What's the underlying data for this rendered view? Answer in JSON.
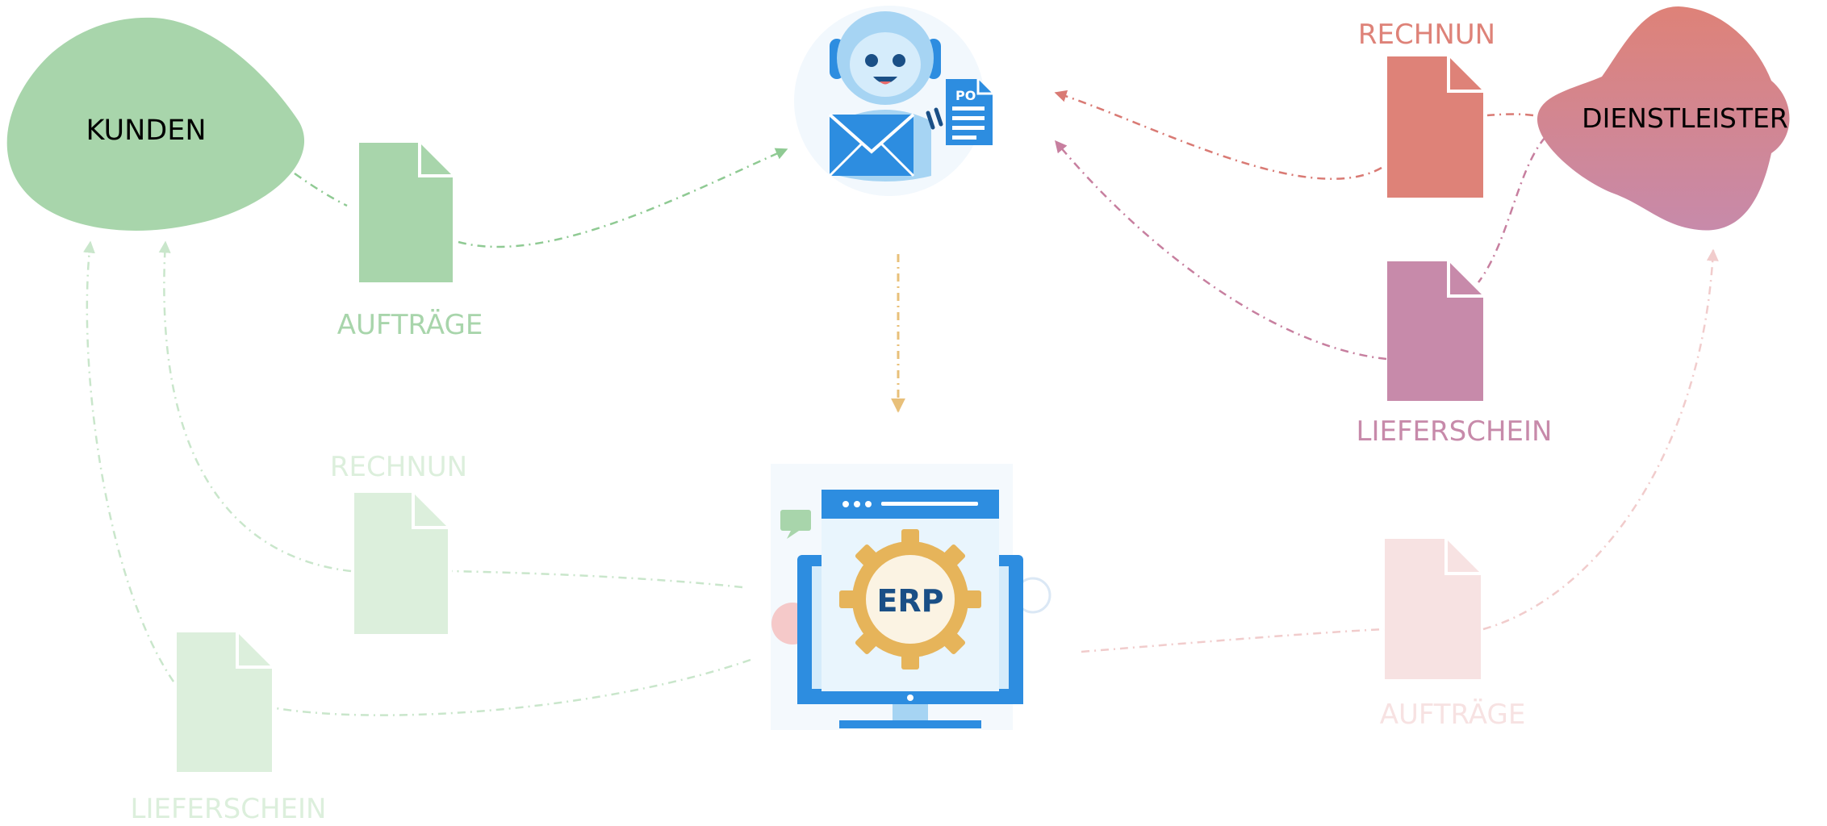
{
  "nodes": {
    "kunden": {
      "label": "KUNDEN",
      "color": "#a8d5ab"
    },
    "dienstleister": {
      "label": "DIENSTLEISTER",
      "color_top": "#de8278",
      "color_bottom": "#c78aaa"
    },
    "bot": {
      "icon": "mail-bot-icon"
    },
    "erp": {
      "label": "ERP",
      "icon": "erp-monitor-icon"
    }
  },
  "documents": {
    "kunden_auftraege": {
      "label": "AUFTRÄGE",
      "color": "#a8d5ab"
    },
    "kunden_rechnung": {
      "label": "RECHNUN",
      "color": "#dcefdc"
    },
    "kunden_lieferschein": {
      "label": "LIEFERSCHEIN",
      "color": "#dcefdc"
    },
    "dl_rechnung": {
      "label": "RECHNUN",
      "color": "#de8278"
    },
    "dl_lieferschein": {
      "label": "LIEFERSCHEIN",
      "color": "#c78aaa"
    },
    "dl_auftraege": {
      "label": "AUFTRÄGE",
      "color": "#f7e2e2"
    }
  },
  "colors": {
    "green_strong": "#8fca93",
    "green_faint": "#c9e6cb",
    "red": "#d97a74",
    "pink": "#c77f9f",
    "pink_faint": "#f1cccc",
    "orange": "#e8c07a"
  }
}
